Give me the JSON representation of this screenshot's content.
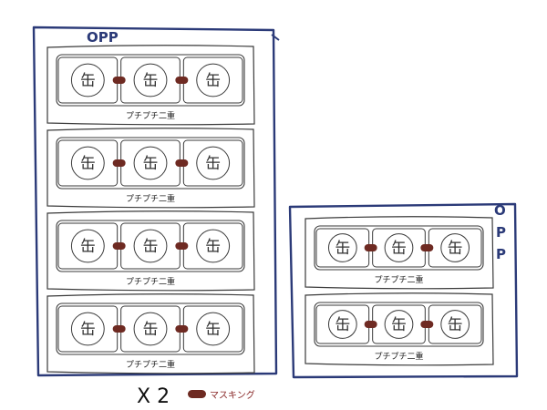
{
  "colors": {
    "bag_outline": "#2b3a78",
    "sketch_line": "#3a3a3a",
    "tape": "#6e2a22",
    "legend_text": "#8a2a2a"
  },
  "left_bag": {
    "label": "OPP",
    "packs": [
      {
        "cans": [
          "缶",
          "缶",
          "缶"
        ],
        "wrap_label": "プチプチ二重"
      },
      {
        "cans": [
          "缶",
          "缶",
          "缶"
        ],
        "wrap_label": "プチプチ二重"
      },
      {
        "cans": [
          "缶",
          "缶",
          "缶"
        ],
        "wrap_label": "プチプチ二重"
      },
      {
        "cans": [
          "缶",
          "缶",
          "缶"
        ],
        "wrap_label": "プチプチ二重"
      }
    ],
    "multiplier": "X 2"
  },
  "right_bag": {
    "label_chars": [
      "O",
      "P",
      "P"
    ],
    "packs": [
      {
        "cans": [
          "缶",
          "缶",
          "缶"
        ],
        "wrap_label": "プチプチ二重"
      },
      {
        "cans": [
          "缶",
          "缶",
          "缶"
        ],
        "wrap_label": "プチプチ二重"
      }
    ]
  },
  "legend": {
    "tape_label": "マスキング"
  }
}
